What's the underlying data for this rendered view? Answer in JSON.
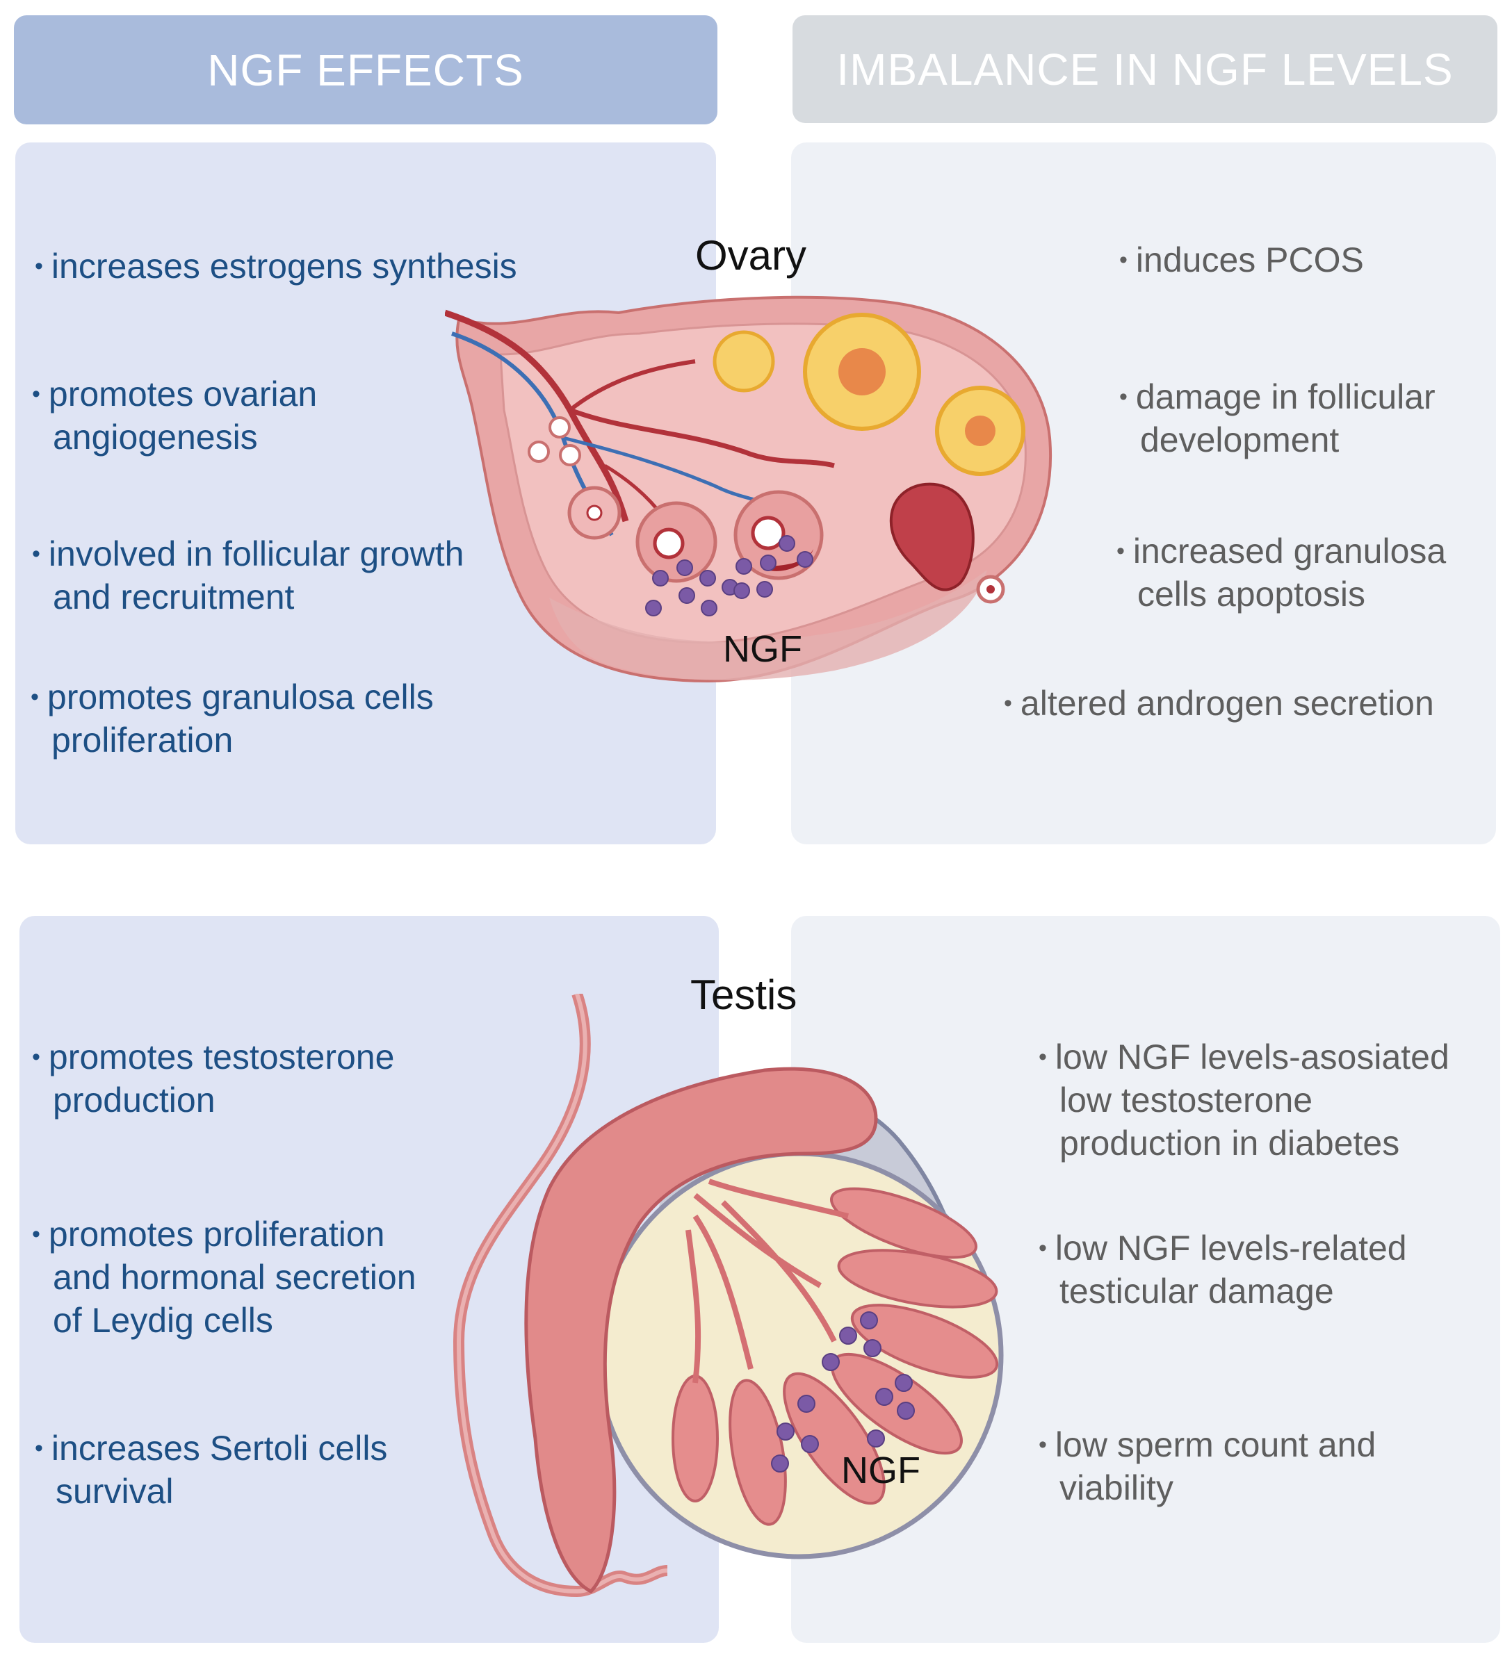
{
  "headers": {
    "left": "NGF EFFECTS",
    "right": "IMBALANCE IN NGF LEVELS"
  },
  "ovary": {
    "title": "Ovary",
    "ngf_label": "NGF",
    "effects": [
      [
        "increases estrogens synthesis"
      ],
      [
        "promotes ovarian",
        "angiogenesis"
      ],
      [
        "involved in follicular growth",
        "and recruitment"
      ],
      [
        "promotes granulosa cells",
        "proliferation"
      ]
    ],
    "imbalance": [
      [
        "induces PCOS"
      ],
      [
        "damage in follicular",
        "development"
      ],
      [
        "increased granulosa",
        "cells apoptosis"
      ],
      [
        "altered androgen secretion"
      ]
    ]
  },
  "testis": {
    "title": "Testis",
    "ngf_label": "NGF",
    "effects": [
      [
        "promotes testosterone",
        "production"
      ],
      [
        "promotes proliferation",
        "and hormonal secretion",
        "of Leydig cells"
      ],
      [
        "increases Sertoli cells",
        "survival"
      ]
    ],
    "imbalance": [
      [
        "low NGF levels-asosiated",
        "low testosterone",
        "production in diabetes"
      ],
      [
        "low NGF levels-related",
        "testicular damage"
      ],
      [
        "low sperm count and",
        "viability"
      ]
    ]
  },
  "colors": {
    "left_header": "#a9bbdc",
    "right_header": "#d7dbdf",
    "left_panel": "#dfe4f4",
    "right_panel": "#eef1f6",
    "left_text": "#1d4f84",
    "right_text": "#5e5e5e",
    "ngf_particle": "#7b5aa6"
  }
}
